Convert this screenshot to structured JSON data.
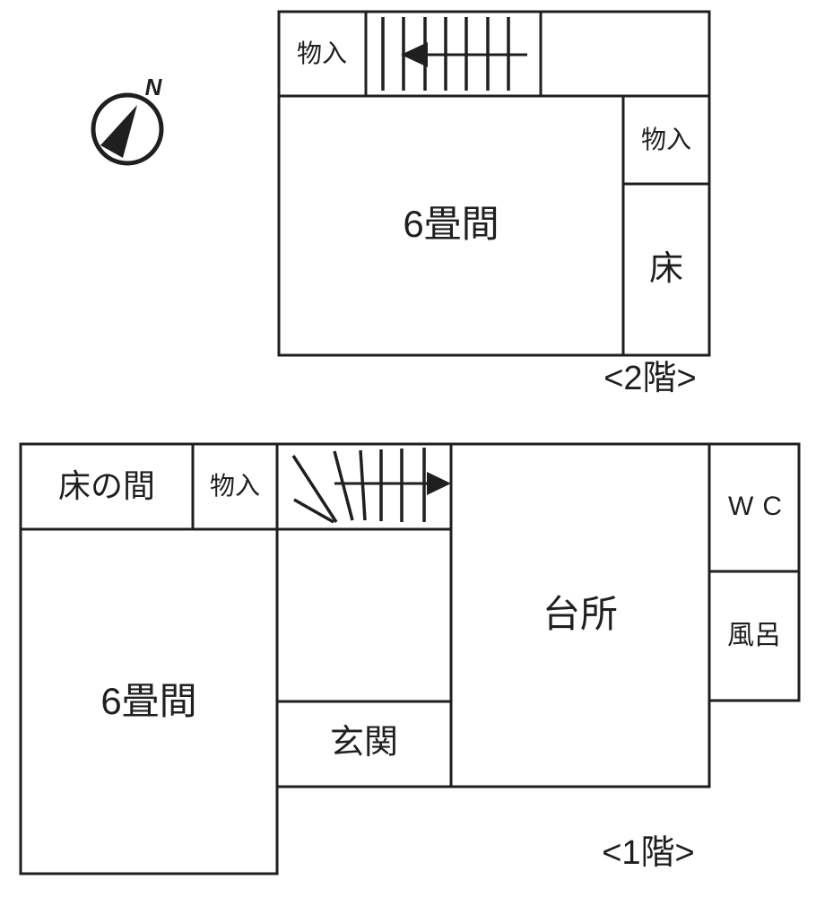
{
  "page": {
    "background_color": "#ffffff",
    "line_color": "#1f1f1f"
  },
  "compass": {
    "label": "N"
  },
  "floor2": {
    "caption": "<2階>",
    "rooms": {
      "storage_top": "物入",
      "tatami6": "6畳間",
      "storage_right": "物入",
      "toko": "床"
    }
  },
  "floor1": {
    "caption": "<1階>",
    "rooms": {
      "tokonoma": "床の間",
      "storage": "物入",
      "kitchen": "台所",
      "wc": "WC",
      "bath": "風呂",
      "tatami6": "6畳間",
      "entrance": "玄関"
    }
  }
}
